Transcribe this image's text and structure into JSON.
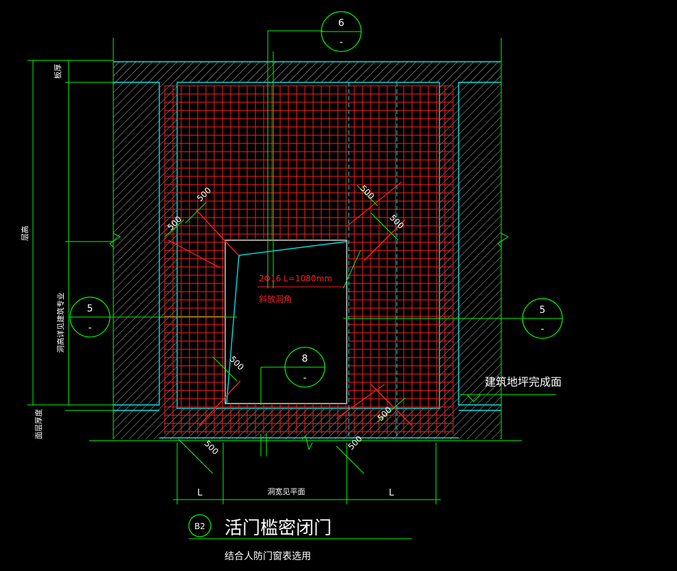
{
  "colors": {
    "background": "#000000",
    "dimension": "#00ff00",
    "wall": "#00e5e5",
    "rebar": "#ff2020",
    "text": "#ffffff",
    "hatch": "#808080"
  },
  "bubbles": {
    "top": {
      "num": "6",
      "sub": "-"
    },
    "left": {
      "num": "5",
      "sub": "-"
    },
    "right": {
      "num": "5",
      "sub": "-"
    },
    "center": {
      "num": "8",
      "sub": "-"
    }
  },
  "vertical_labels": {
    "slab_thickness": "板厚",
    "floor_height": "层高",
    "opening_height": "洞高详见建筑专业",
    "floor_layer": "面层厚度"
  },
  "dims": {
    "d500": "500",
    "bottom_left": "L",
    "bottom_mid": "洞宽见平面",
    "bottom_right": "L"
  },
  "rebar_note": {
    "line1": "2Φ16   L=1080mm",
    "line2": "斜放洞角"
  },
  "floor_label": "建筑地坪完成面",
  "title": {
    "tag": "B2",
    "main": "活门槛密闭门",
    "sub": "结合人防门窗表选用"
  }
}
